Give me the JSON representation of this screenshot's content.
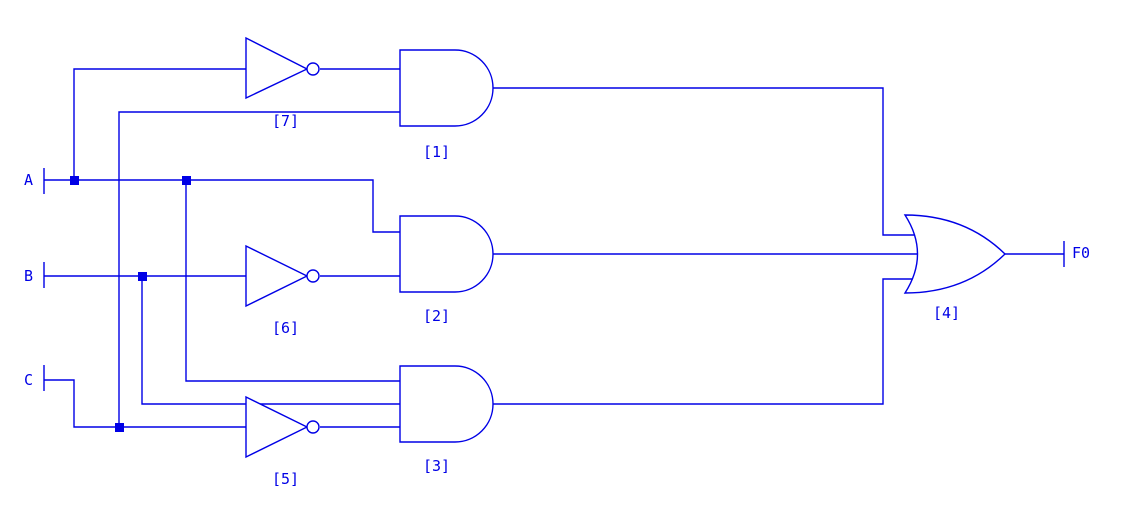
{
  "colors": {
    "wire": "#0000e6",
    "background": "#ffffff"
  },
  "inputs": {
    "a": "A",
    "b": "B",
    "c": "C"
  },
  "output": {
    "f0": "F0"
  },
  "gates": {
    "and1": {
      "type": "AND",
      "label": "[1]"
    },
    "and2": {
      "type": "AND",
      "label": "[2]"
    },
    "and3": {
      "type": "AND",
      "label": "[3]"
    },
    "or4": {
      "type": "OR",
      "label": "[4]"
    },
    "not5": {
      "type": "NOT",
      "label": "[5]"
    },
    "not6": {
      "type": "NOT",
      "label": "[6]"
    },
    "not7": {
      "type": "NOT",
      "label": "[7]"
    }
  }
}
